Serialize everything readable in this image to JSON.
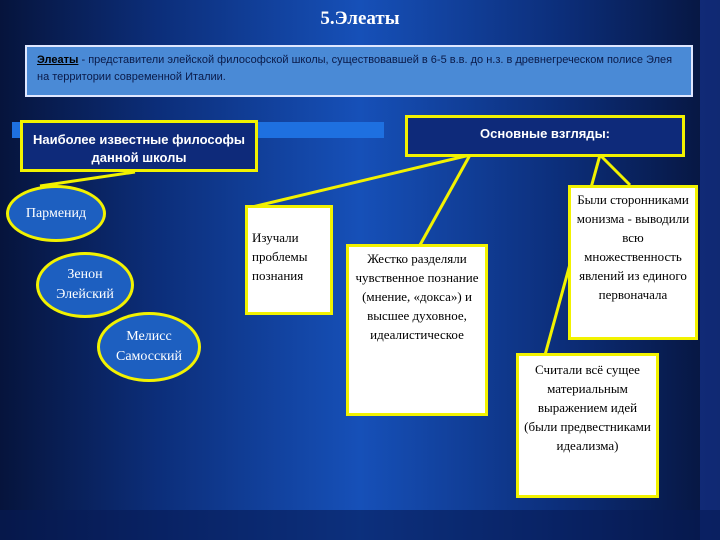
{
  "title": "5.Элеаты",
  "definition": {
    "term": "Элеаты",
    "text": " - представители элейской философской школы, существовавшей в 6-5 в.в. до н.з. в древнегреческом полисе Элея на территории современной Италии."
  },
  "philosophers_header": "Наиболее известные философы данной школы",
  "views_header": "Основные взгляды:",
  "philosophers": [
    "Парменид",
    "Зенон Элейский",
    "Мелисс Самосский"
  ],
  "views": [
    "Изучали проблемы познания",
    "Жестко разделяли чувственное познание (мнение, «докса») и высшее духовное, идеалистическое",
    "Были сторонниками монизма - выводили всю множественность явлений из единого первоначала",
    "Считали всё сущее материальным выражением идей (были предвестниками идеализма)"
  ],
  "colors": {
    "accent": "#f2f200",
    "background": "#1650b8"
  }
}
